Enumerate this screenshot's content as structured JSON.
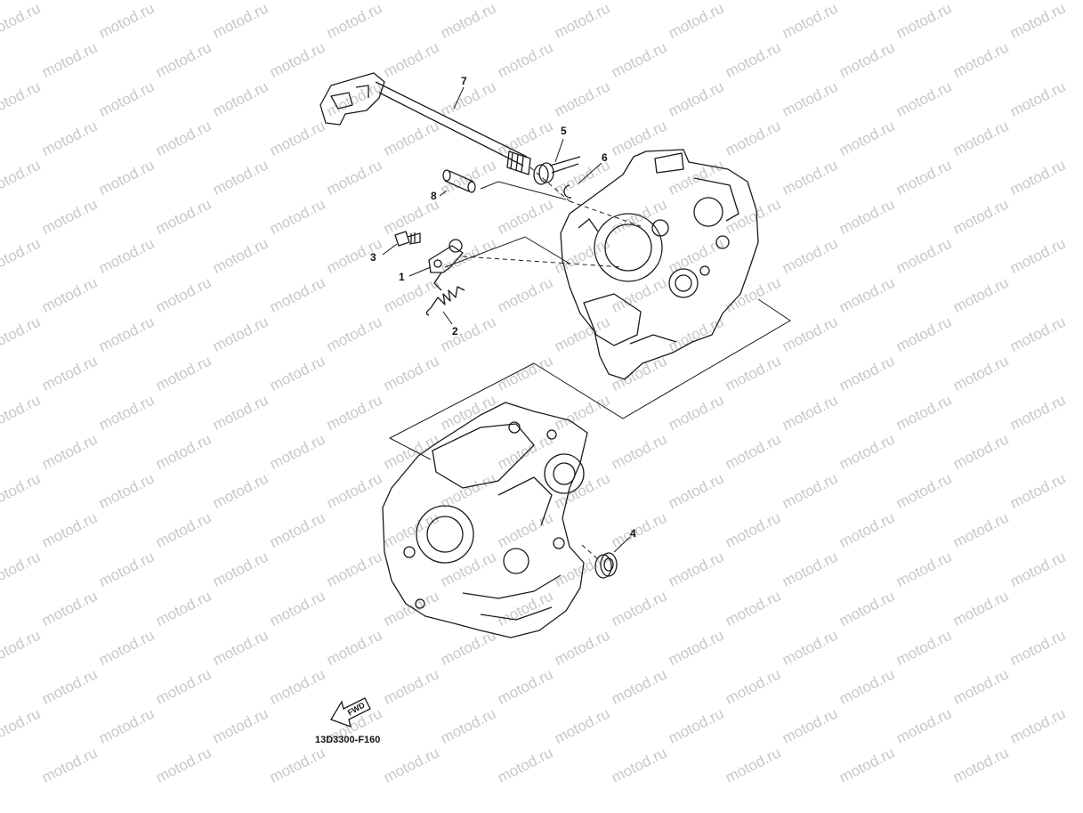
{
  "watermark": {
    "text": "motod.ru",
    "color": "#c8c8c8"
  },
  "diagram_code": "13D3300-F160",
  "fwd_arrow_label": "FWD",
  "callouts": [
    "7",
    "5",
    "6",
    "8",
    "3",
    "1",
    "2",
    "4"
  ],
  "colors": {
    "line": "#1a1a1a",
    "background": "#ffffff"
  }
}
